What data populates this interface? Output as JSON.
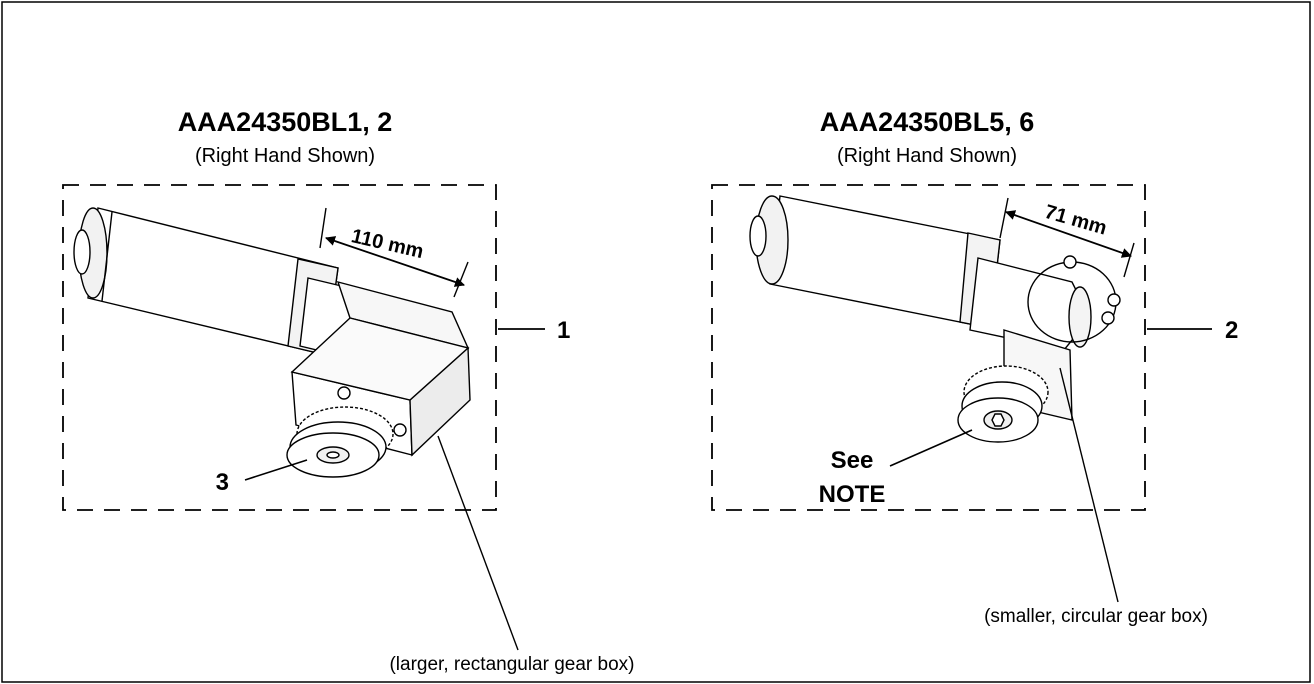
{
  "left_assembly": {
    "title": "AAA24350BL1, 2",
    "subtitle": "(Right Hand Shown)",
    "dimension": "110 mm",
    "callout_box": "1",
    "callout_part": "3",
    "caption": "(larger, rectangular gear box)"
  },
  "right_assembly": {
    "title": "AAA24350BL5, 6",
    "subtitle": "(Right Hand Shown)",
    "dimension": "71 mm",
    "callout_box": "2",
    "note_line1": "See",
    "note_line2": "NOTE",
    "caption": "(smaller, circular gear box)"
  },
  "colors": {
    "line": "#000000",
    "part_fill": "#ffffff",
    "shade": "#e9e9e9"
  }
}
